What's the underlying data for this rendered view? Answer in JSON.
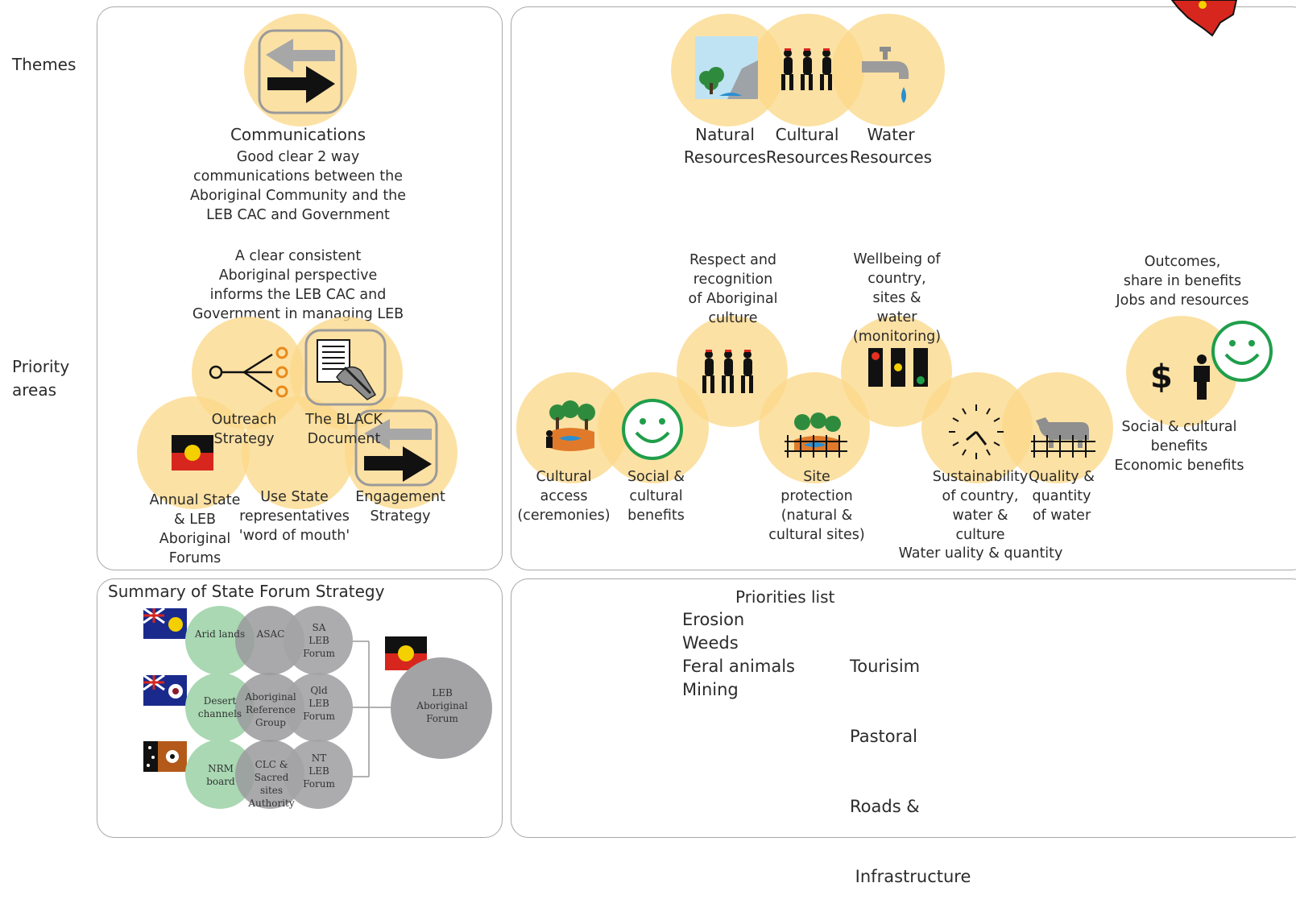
{
  "side_labels": {
    "themes": "Themes",
    "priority": "Priority\nareas"
  },
  "comm": {
    "title": "Communications",
    "description": "Good clear 2 way\ncommunications between the\nAboriginal Community and the\nLEB CAC and  Government",
    "perspective": "A clear consistent\nAboriginal perspective\ninforms the LEB CAC and\nGovernment in managing LEB"
  },
  "priority_left": {
    "outreach": "Outreach\nStrategy",
    "black_doc": "The BLACK\nDocument",
    "annual": "Annual State\n& LEB\nAboriginal\nForums",
    "state_reps": "Use State\nrepresentatives\n'word of mouth'",
    "engagement": "Engagement\nStrategy"
  },
  "themes_right": {
    "natural": "Natural\nResources",
    "cultural": "Cultural\nResources",
    "water": "Water\nResources"
  },
  "priority_right": {
    "respect": "Respect and\nrecognition\nof Aboriginal\nculture",
    "wellbeing": "Wellbeing of\ncountry,\nsites &\nwater\n(monitoring)",
    "outcomes": "Outcomes,\nshare in benefits\nJobs and resources",
    "cultural_access": "Cultural\naccess\n(ceremonies)",
    "social_cultural": "Social &\ncultural\nbenefits",
    "site_protection": "Site\nprotection\n(natural &\ncultural sites)",
    "sustainability": "Sustainability\nof country,\nwater &\nculture",
    "quality": "Quality &\nquantity\nof water",
    "water_quality": "Water uality & quantity",
    "social_economic": "Social & cultural\nbenefits\nEconomic benefits",
    "dollar": "$"
  },
  "summary": {
    "title": "Summary of State Forum Strategy",
    "rows": [
      {
        "green": "Arid lands",
        "grey": "ASAC",
        "forum": "SA\nLEB\nForum"
      },
      {
        "green": "Desert\nchannels",
        "grey": "Aboriginal\nReference\nGroup",
        "forum": "Qld\nLEB\nForum"
      },
      {
        "green": "NRM\nboard",
        "grey": "CLC &\nSacred sites\nAuthority",
        "forum": "NT\nLEB\nForum"
      }
    ],
    "main_forum": "LEB\nAboriginal\nForum"
  },
  "priorities": {
    "title": "Priorities list",
    "col1": [
      "Erosion",
      "Weeds",
      "Feral animals",
      "Mining"
    ],
    "col2": [
      "Tourisim",
      "Pastoral",
      "Roads &",
      " Infrastructure"
    ]
  },
  "colors": {
    "circle": "#fbd98a",
    "green": "#a9d8b3",
    "grey": "#a3a3a5",
    "smile": "#1f9e4a",
    "aboriginal_black": "#111111",
    "aboriginal_red": "#d7261e",
    "aboriginal_yellow": "#f5d000"
  }
}
